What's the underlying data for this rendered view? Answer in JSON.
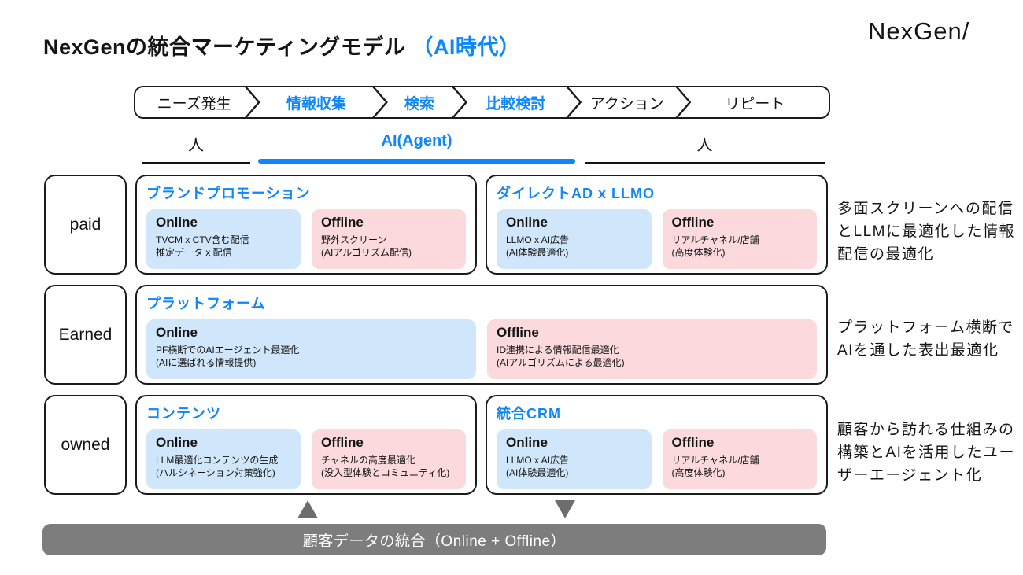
{
  "title": {
    "main": "NexGenの統合マーケティングモデル",
    "accent": "（AI時代）"
  },
  "logo": "NexGen/",
  "colors": {
    "accent": "#0d87fa",
    "ink": "#141414",
    "border": "#1b1b1b",
    "online_bg": "#cfe6fb",
    "offline_bg": "#fbd9dd",
    "footer_bg": "#7d7d7d",
    "arrow": "#6d6d6d"
  },
  "flow": {
    "steps": [
      {
        "label": "ニーズ発生",
        "highlight": false
      },
      {
        "label": "情報収集",
        "highlight": true
      },
      {
        "label": "検索",
        "highlight": true
      },
      {
        "label": "比較検討",
        "highlight": true
      },
      {
        "label": "アクション",
        "highlight": false
      },
      {
        "label": "リピート",
        "highlight": false
      }
    ]
  },
  "actors": {
    "left": "人",
    "center": "AI(Agent)",
    "right": "人"
  },
  "rows": [
    {
      "label": "paid",
      "boxes": [
        {
          "title": "ブランドプロモーション",
          "online": {
            "heading": "Online",
            "line1": "TVCM x CTV含む配信",
            "line2": "推定データ x 配信"
          },
          "offline": {
            "heading": "Offline",
            "line1": "野外スクリーン",
            "line2": "(AIアルゴリズム配信)"
          }
        },
        {
          "title": "ダイレクトAD x LLMO",
          "online": {
            "heading": "Online",
            "line1": "LLMO x AI広告",
            "line2": "(AI体験最適化)"
          },
          "offline": {
            "heading": "Offline",
            "line1": "リアルチャネル/店舗",
            "line2": "(高度体験化)"
          }
        }
      ],
      "note_lines": [
        "多面スクリーンへの配信",
        "とLLMに最適化した情報",
        "配信の最適化"
      ]
    },
    {
      "label": "Earned",
      "boxes": [
        {
          "title": "プラットフォーム",
          "online": {
            "heading": "Online",
            "line1": "PF横断でのAIエージェント最適化",
            "line2": "(AIに選ばれる情報提供)"
          },
          "offline": {
            "heading": "Offline",
            "line1": "ID連携による情報配信最適化",
            "line2": "(AIアルゴリズムによる最適化)"
          }
        }
      ],
      "note_lines": [
        "プラットフォーム横断で",
        "AIを通した表出最適化"
      ]
    },
    {
      "label": "owned",
      "boxes": [
        {
          "title": "コンテンツ",
          "online": {
            "heading": "Online",
            "line1": "LLM最適化コンテンツの生成",
            "line2": "(ハルシネーション対策強化)"
          },
          "offline": {
            "heading": "Offline",
            "line1": "チャネルの高度最適化",
            "line2": "(没入型体験とコミュニティ化)"
          }
        },
        {
          "title": "統合CRM",
          "online": {
            "heading": "Online",
            "line1": "LLMO x AI広告",
            "line2": "(AI体験最適化)"
          },
          "offline": {
            "heading": "Offline",
            "line1": "リアルチャネル/店舗",
            "line2": "(高度体験化)"
          }
        }
      ],
      "note_lines": [
        "顧客から訪れる仕組みの",
        "構築とAIを活用したユー",
        "ザーエージェント化"
      ]
    }
  ],
  "footer": {
    "bar_label": "顧客データの統合（Online + Offline）"
  }
}
